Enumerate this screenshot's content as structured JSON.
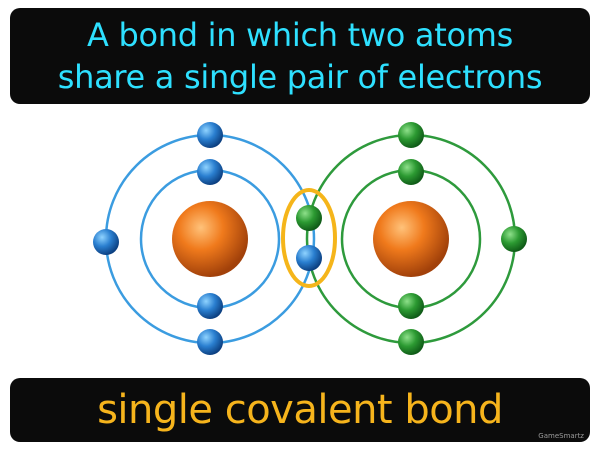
{
  "definition": {
    "line1": "A bond in which two atoms",
    "line2": "share a single pair of electrons"
  },
  "term": "single covalent bond",
  "watermark": "GameSmartz",
  "diagram": {
    "left_atom": {
      "nucleus_color": "#e86a10",
      "shell_color": "#2f8fd6",
      "electron_color": "#1f6fc4",
      "inner_shell_electrons": 2,
      "outer_shell_electrons": 4
    },
    "right_atom": {
      "nucleus_color": "#e86a10",
      "shell_color": "#2e9a3c",
      "electron_color": "#1e8a2e",
      "inner_shell_electrons": 2,
      "outer_shell_electrons": 4
    },
    "shared_pair": {
      "electrons": 2,
      "highlight_color": "#f5b51a"
    }
  }
}
